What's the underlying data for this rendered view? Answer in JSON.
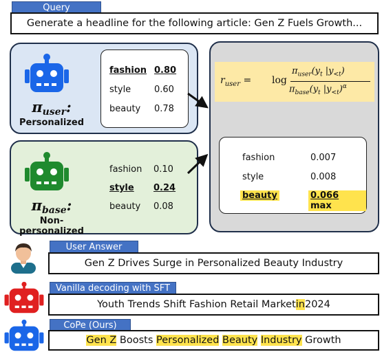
{
  "query": {
    "tag": "Query",
    "text": "Generate a headline for the following article: Gen Z Fuels Growth..."
  },
  "user_panel": {
    "symbol": "π",
    "subscript": "user",
    "colon": ":",
    "caption": "Personalized",
    "color": "#1a66e8",
    "background": "#dbe6f4",
    "tokens": [
      {
        "word": "fashion",
        "prob": "0.80",
        "selected": true
      },
      {
        "word": "style",
        "prob": "0.60",
        "selected": false
      },
      {
        "word": "beauty",
        "prob": "0.78",
        "selected": false
      }
    ]
  },
  "base_panel": {
    "symbol": "π",
    "subscript": "base",
    "colon": ":",
    "caption": "Non-personalized",
    "color": "#1f8a2e",
    "background": "#e3f0da",
    "tokens": [
      {
        "word": "fashion",
        "prob": "0.10",
        "selected": false
      },
      {
        "word": "style",
        "prob": "0.24",
        "selected": true
      },
      {
        "word": "beauty",
        "prob": "0.08",
        "selected": false
      }
    ]
  },
  "reward_panel": {
    "formula_lhs": "r",
    "formula_lhs_sub": "user",
    "formula_eq": "=",
    "formula_log": "log",
    "numerator": "π",
    "numerator_sub": "user",
    "numerator_arg": "(y",
    "numerator_arg_sub": "t",
    "numerator_cond": " |y",
    "numerator_cond_sub": "<t",
    "numerator_close": ")",
    "denominator": "π",
    "denominator_sub": "base",
    "denominator_arg": "(y",
    "denominator_arg_sub": "t",
    "denominator_cond": " |y",
    "denominator_cond_sub": "<t",
    "denominator_close": ")",
    "alpha": "α",
    "tokens": [
      {
        "word": "fashion",
        "prob": "0.007"
      },
      {
        "word": "style",
        "prob": "0.008"
      },
      {
        "word": "beauty",
        "prob": "0.066",
        "note": "max"
      }
    ]
  },
  "answers": [
    {
      "tag": "User Answer",
      "icon": "person-icon",
      "segments": [
        {
          "text": "Gen Z Drives Surge in Personalized Beauty Industry",
          "hl": false
        }
      ]
    },
    {
      "tag": "Vanilla decoding with SFT",
      "icon": "red-robot-icon",
      "segments": [
        {
          "text": "Youth Trends Shift Fashion Retail Market ",
          "hl": false
        },
        {
          "text": "in",
          "hl": true
        },
        {
          "text": " 2024",
          "hl": false
        }
      ]
    },
    {
      "tag": "CoPe (Ours)",
      "icon": "blue-robot-icon",
      "segments": [
        {
          "text": "Gen Z",
          "hl": true
        },
        {
          "text": " Boosts ",
          "hl": false
        },
        {
          "text": "Personalized",
          "hl": true
        },
        {
          "text": " ",
          "hl": false
        },
        {
          "text": "Beauty",
          "hl": true
        },
        {
          "text": " ",
          "hl": false
        },
        {
          "text": "Industry",
          "hl": true
        },
        {
          "text": " Growth",
          "hl": false
        }
      ]
    }
  ]
}
